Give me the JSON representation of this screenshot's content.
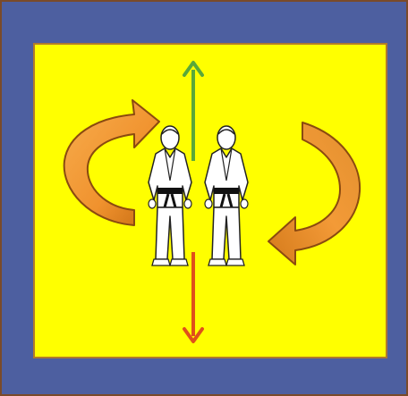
{
  "diagram": {
    "background": {
      "outer_color": "#4d5fa0",
      "inner_color": "#ffff00",
      "frame_border_color": "#7a4a2a"
    },
    "figures": [
      {
        "name": "judoka-left",
        "icon": "judoka-figure"
      },
      {
        "name": "judoka-right",
        "icon": "judoka-figure"
      }
    ],
    "arrows": [
      {
        "name": "forward-arrow",
        "direction": "up",
        "color": "#5aa83a"
      },
      {
        "name": "backward-arrow",
        "direction": "down",
        "color": "#e0501a"
      },
      {
        "name": "left-rotation-arrow",
        "direction": "clockwise",
        "color": "#f0922e"
      },
      {
        "name": "right-rotation-arrow",
        "direction": "clockwise",
        "color": "#f0922e"
      }
    ]
  }
}
